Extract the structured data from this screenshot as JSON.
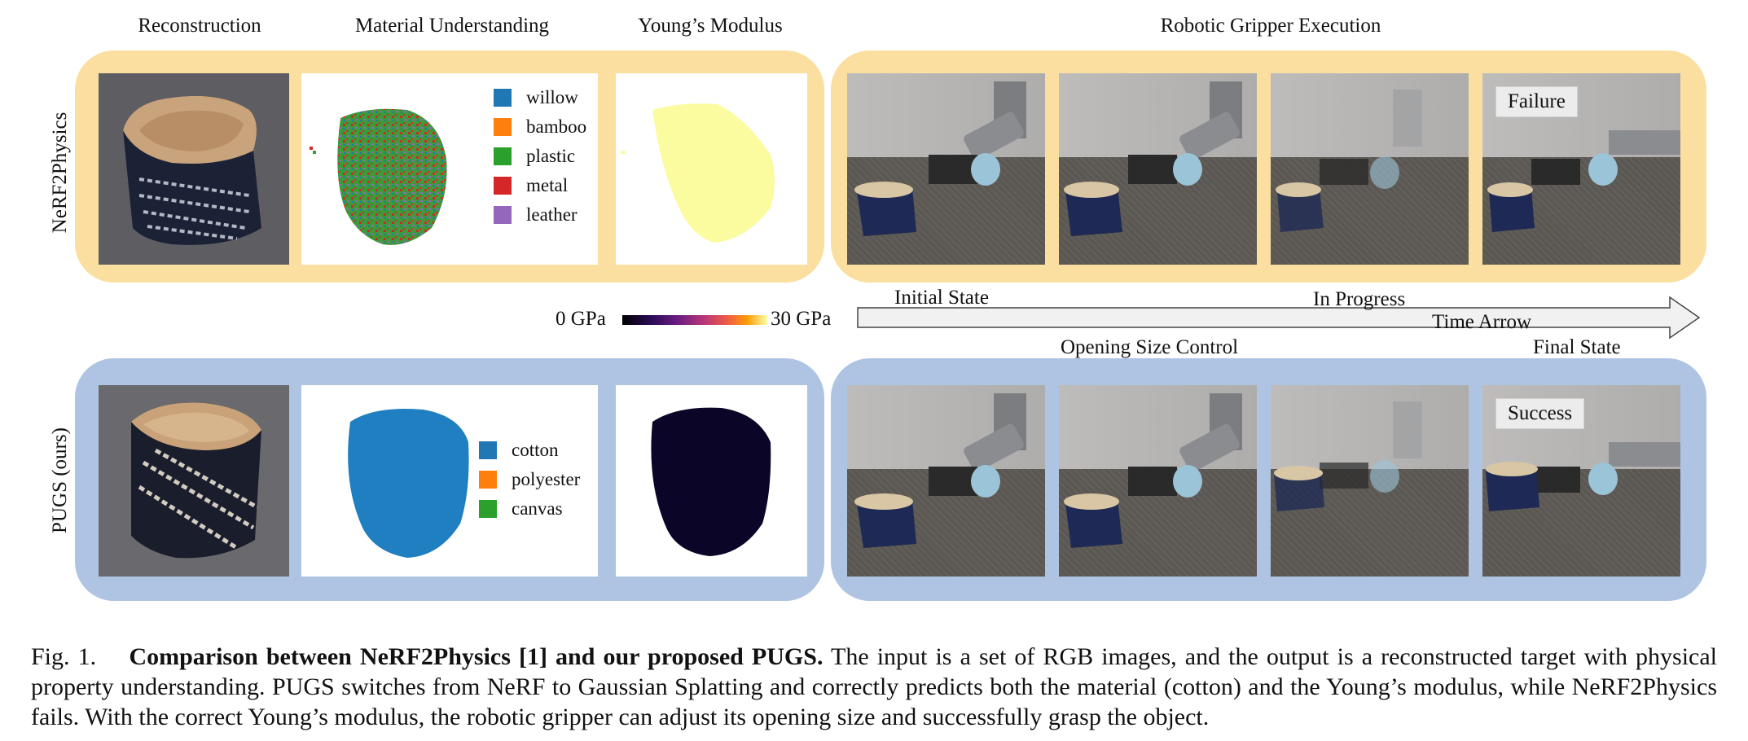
{
  "column_titles": {
    "reconstruction": "Reconstruction",
    "material": "Material Understanding",
    "youngs": "Young’s Modulus",
    "gripper": "Robotic Gripper Execution"
  },
  "rows": {
    "top_label": "NeRF2Physics",
    "bottom_label": "PUGS (ours)"
  },
  "legend_top": [
    {
      "label": "willow",
      "color": "#1f77b4"
    },
    {
      "label": "bamboo",
      "color": "#ff7f0e"
    },
    {
      "label": "plastic",
      "color": "#2ca02c"
    },
    {
      "label": "metal",
      "color": "#d62728"
    },
    {
      "label": "leather",
      "color": "#9467bd"
    }
  ],
  "legend_bottom": [
    {
      "label": "cotton",
      "color": "#1f77b4"
    },
    {
      "label": "polyester",
      "color": "#ff7f0e"
    },
    {
      "label": "canvas",
      "color": "#2ca02c"
    }
  ],
  "colorbar": {
    "min_label": "0 GPa",
    "max_label": "30 GPa"
  },
  "timeline": {
    "initial": "Initial State",
    "progress": "In Progress",
    "arrow": "Time Arrow",
    "opening": "Opening Size Control",
    "final": "Final State"
  },
  "outcomes": {
    "top": "Failure",
    "bottom": "Success"
  },
  "caption": {
    "label": "Fig. 1.",
    "bold": "Comparison between NeRF2Physics [1] and our proposed PUGS.",
    "text": "The input is a set of RGB images, and the output is a reconstructed target with physical property understanding. PUGS switches from NeRF to Gaussian Splatting and correctly predicts both the material (cotton) and the Young’s modulus, while NeRF2Physics fails. With the correct Young’s modulus, the robotic gripper can adjust its opening size and successfully grasp the object."
  },
  "colors": {
    "nerf_panel": "#fbdfa0",
    "pugs_panel": "#afc4e3",
    "young_top": "#fbfca0",
    "young_bottom": "#0b0628",
    "material_bottom": "#1f7fc0"
  }
}
